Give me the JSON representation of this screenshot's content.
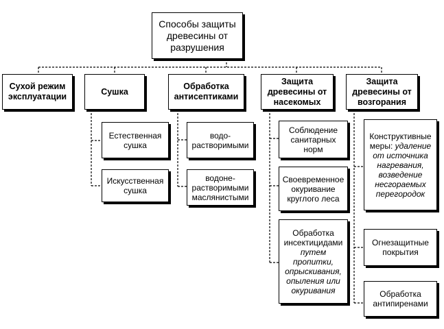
{
  "root": {
    "label": "Способы защиты древесины от разрушения"
  },
  "categories": [
    {
      "label": "Сухой режим эксплуатации"
    },
    {
      "label": "Сушка"
    },
    {
      "label": "Обработка антисептиками"
    },
    {
      "label": "Защита древесины от насекомых"
    },
    {
      "label": "Защита древесины от возгорания"
    }
  ],
  "drying_items": [
    {
      "label": "Естественная сушка"
    },
    {
      "label": "Искусственная сушка"
    }
  ],
  "antiseptic_items": [
    {
      "label": "водо-растворимыми"
    },
    {
      "label": "водоне-растворимыми маслянистыми"
    }
  ],
  "insect_items": [
    {
      "label": "Соблюдение санитарных норм"
    },
    {
      "label": "Своевременное окуривание круглого леса"
    },
    {
      "label": "Обработка инсектицидами",
      "detail": "путем пропитки, опрыскивания, опыления или окуривания"
    }
  ],
  "fire_items": [
    {
      "label": "Конструктивные меры:",
      "detail": "удаление от источника нагревания, возведение несгораемых перегородок"
    },
    {
      "label": "Огнезащитные покрытия"
    },
    {
      "label": "Обработка антипиренами"
    }
  ]
}
